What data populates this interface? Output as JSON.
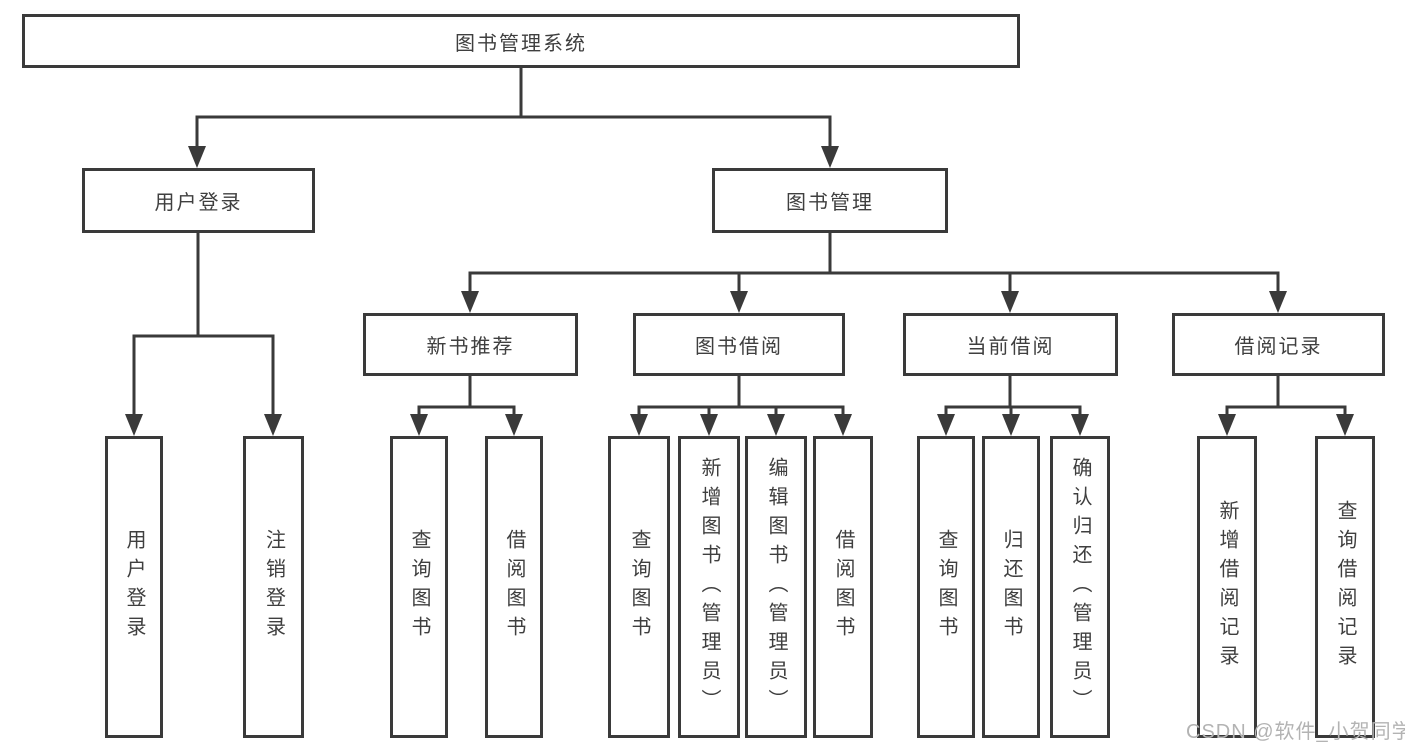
{
  "diagram": {
    "root_label": "图书管理系统",
    "level2": [
      {
        "label": "用户登录"
      },
      {
        "label": "图书管理"
      }
    ],
    "level3": [
      {
        "parent": "图书管理",
        "label": "新书推荐"
      },
      {
        "parent": "图书管理",
        "label": "图书借阅"
      },
      {
        "parent": "图书管理",
        "label": "当前借阅"
      },
      {
        "parent": "图书管理",
        "label": "借阅记录"
      }
    ],
    "leaves": [
      {
        "parent": "用户登录",
        "label": "用户登录"
      },
      {
        "parent": "用户登录",
        "label": "注销登录"
      },
      {
        "parent": "新书推荐",
        "label": "查询图书"
      },
      {
        "parent": "新书推荐",
        "label": "借阅图书"
      },
      {
        "parent": "图书借阅",
        "label": "查询图书"
      },
      {
        "parent": "图书借阅",
        "label": "新增图书（管理员）"
      },
      {
        "parent": "图书借阅",
        "label": "编辑图书（管理员）"
      },
      {
        "parent": "图书借阅",
        "label": "借阅图书"
      },
      {
        "parent": "当前借阅",
        "label": "查询图书"
      },
      {
        "parent": "当前借阅",
        "label": "归还图书"
      },
      {
        "parent": "当前借阅",
        "label": "确认归还（管理员）"
      },
      {
        "parent": "借阅记录",
        "label": "新增借阅记录"
      },
      {
        "parent": "借阅记录",
        "label": "查询借阅记录"
      }
    ]
  },
  "watermark": {
    "text": "CSDN @软件_小贺同学"
  },
  "colors": {
    "line": "#3a3a3a",
    "text": "#3f3f3f",
    "background": "#ffffff",
    "watermark": "#b3b3b3"
  }
}
